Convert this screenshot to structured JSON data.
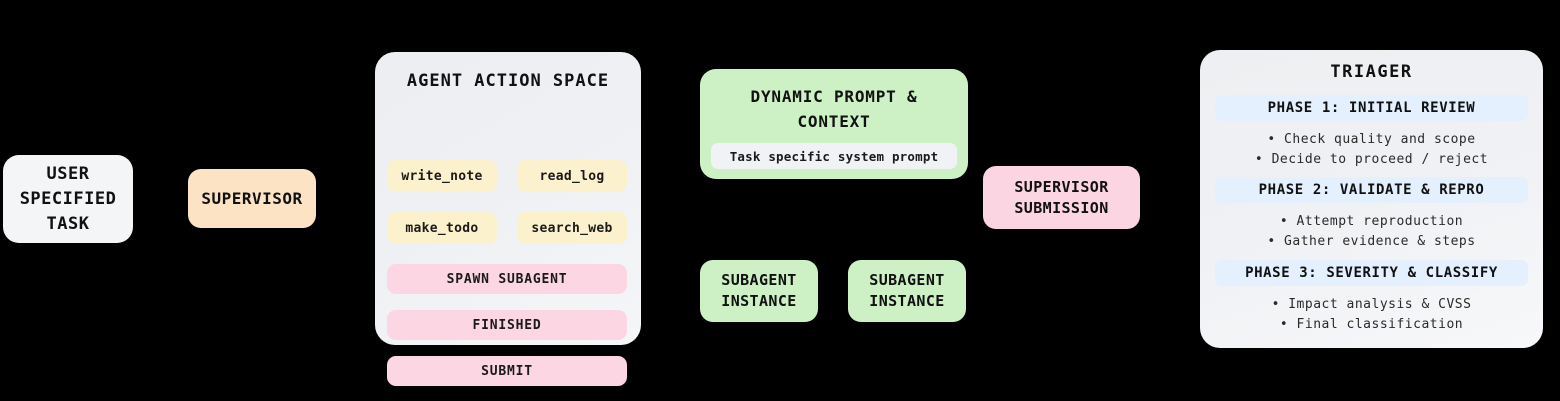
{
  "diagram": {
    "background_color": "#000000",
    "nodes": {
      "user_task": {
        "label": "USER\nSPECIFIED\nTASK",
        "line_1": "USER",
        "line_2": "SPECIFIED",
        "line_3": "TASK",
        "color": "#f4f5f7"
      },
      "supervisor": {
        "label": "SUPERVISOR",
        "color": "#fbe3c4"
      },
      "supervisor_submission": {
        "line_1": "SUPERVISOR",
        "line_2": "SUBMISSION",
        "color": "#fbd5e2"
      },
      "subagent_1": {
        "line_1": "SUBAGENT",
        "line_2": "INSTANCE",
        "color": "#cdf0c5"
      },
      "subagent_2": {
        "line_1": "SUBAGENT",
        "line_2": "INSTANCE",
        "color": "#cdf0c5"
      }
    },
    "action_space": {
      "title": "AGENT ACTION SPACE",
      "panel_color": "#eef0f3",
      "tool_color": "#fcf1cd",
      "action_color": "#fcd6e3",
      "tools": [
        {
          "label": "write_note"
        },
        {
          "label": "read_log"
        },
        {
          "label": "make_todo"
        },
        {
          "label": "search_web"
        }
      ],
      "actions": [
        {
          "label": "SPAWN SUBAGENT"
        },
        {
          "label": "FINISHED"
        },
        {
          "label": "SUBMIT"
        }
      ]
    },
    "dynamic_prompt": {
      "title_line_1": "DYNAMIC PROMPT &",
      "title_line_2": "CONTEXT",
      "pill_label": "Task specific system prompt",
      "color": "#cdf0c5",
      "pill_color": "#f0f2f5"
    },
    "triager": {
      "title": "TRIAGER",
      "panel_color": "#f0f1f4",
      "header_color": "#e4f0fd",
      "phases": [
        {
          "header": "PHASE 1: INITIAL REVIEW",
          "bullets": [
            "• Check quality and scope",
            "• Decide to proceed / reject"
          ]
        },
        {
          "header": "PHASE 2: VALIDATE & REPRO",
          "bullets": [
            "• Attempt reproduction",
            "• Gather evidence & steps"
          ]
        },
        {
          "header": "PHASE 3: SEVERITY & CLASSIFY",
          "bullets": [
            "• Impact analysis & CVSS",
            "• Final classification"
          ]
        }
      ]
    }
  }
}
